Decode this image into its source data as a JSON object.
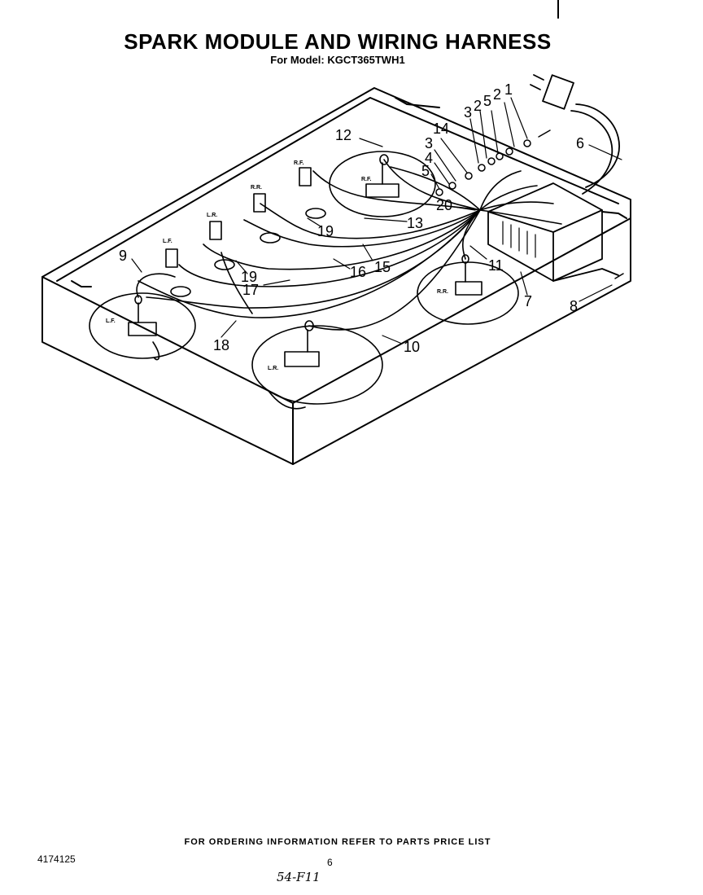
{
  "header": {
    "title": "SPARK MODULE AND WIRING HARNESS",
    "subtitle": "For Model: KGCT365TWH1"
  },
  "footer": {
    "order_note": "FOR ORDERING INFORMATION REFER TO PARTS PRICE LIST",
    "doc_number": "4174125",
    "page_number": "6",
    "handwritten_code": "54-F11"
  },
  "burner_labels": {
    "rf": "R.F.",
    "rr": "R.R.",
    "lf": "L.F.",
    "lr": "L.R.",
    "switch_rf": "R.F.",
    "switch_rr": "R.R.",
    "switch_lr": "L.R.",
    "switch_lf": "L.F."
  },
  "callouts": {
    "c1": "1",
    "c2": "2",
    "c3": "3",
    "c2b": "2",
    "c5": "5",
    "c14": "14",
    "c3b": "3",
    "c4": "4",
    "c5b": "5",
    "c12": "12",
    "c6": "6",
    "c20": "20",
    "c13": "13",
    "c19a": "19",
    "c9": "9",
    "c15": "15",
    "c16": "16",
    "c11": "11",
    "c19b": "19",
    "c17": "17",
    "c7": "7",
    "c8": "8",
    "c18": "18",
    "c10": "10"
  },
  "colors": {
    "ink": "#000000",
    "paper": "#ffffff"
  }
}
